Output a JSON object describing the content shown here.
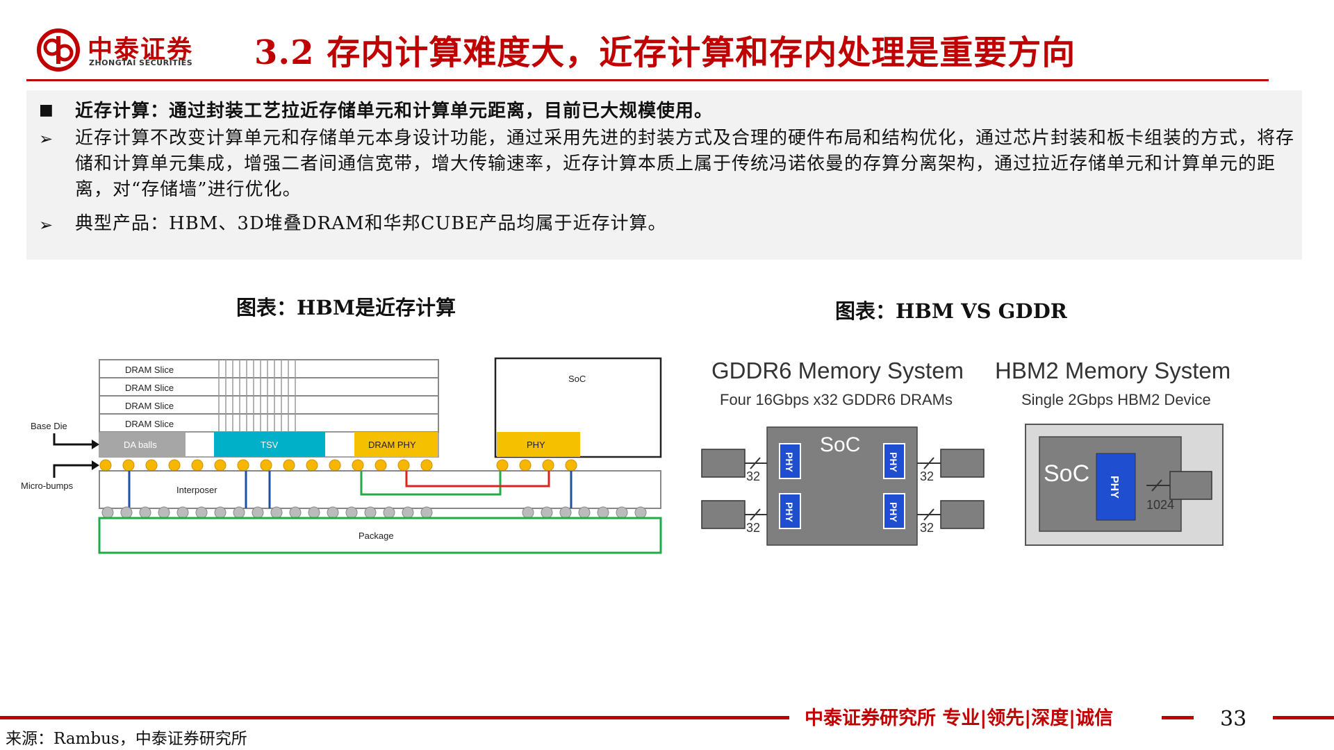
{
  "header": {
    "logo_cn": "中泰证券",
    "logo_en": "ZHONGTAI SECURITIES",
    "title": "3.2 存内计算难度大，近存计算和存内处理是重要方向"
  },
  "intro": {
    "line1": "近存计算：通过封装工艺拉近存储单元和计算单元距离，目前已大规模使用。",
    "line2": "近存计算不改变计算单元和存储单元本身设计功能，通过采用先进的封装方式及合理的硬件布局和结构优化，通过芯片封装和板卡组装的方式，将存储和计算单元集成，增强二者间通信宽带，增大传输速率，近存计算本质上属于传统冯诺依曼的存算分离架构，通过拉近存储单元和计算单元的距离，对“存储墙”进行优化。",
    "line3": "典型产品：HBM、3D堆叠DRAM和华邦CUBE产品均属于近存计算。",
    "bullet_square": "■",
    "bullet_arrow": "➢"
  },
  "figure_left": {
    "caption": "图表：HBM是近存计算",
    "dram_slices": [
      "DRAM Slice",
      "DRAM Slice",
      "DRAM Slice",
      "DRAM Slice"
    ],
    "soc": "SoC",
    "base_die": "Base Die",
    "micro_bumps": "Micro-bumps",
    "da_balls": "DA balls",
    "tsv": "TSV",
    "dram_phy": "DRAM PHY",
    "phy": "PHY",
    "interposer": "Interposer",
    "package": "Package"
  },
  "figure_right": {
    "caption": "图表：HBM VS GDDR",
    "gddr_title": "GDDR6 Memory System",
    "gddr_sub": "Four 16Gbps x32 GDDR6 DRAMs",
    "hbm_title": "HBM2 Memory System",
    "hbm_sub": "Single 2Gbps HBM2 Device",
    "soc": "SoC",
    "phy": "PHY",
    "bus32": "32",
    "bus1024": "1024"
  },
  "footer": {
    "tagline": "中泰证券研究所 专业|领先|深度|诚信",
    "page": "33",
    "source": "来源：Rambus，中泰证券研究所"
  },
  "colors": {
    "brand_red": "#c00000",
    "tsv_cyan": "#00b0c8",
    "phy_yellow": "#f5c000",
    "hbm_blue": "#1f4fd0",
    "package_green": "#22aa44"
  }
}
